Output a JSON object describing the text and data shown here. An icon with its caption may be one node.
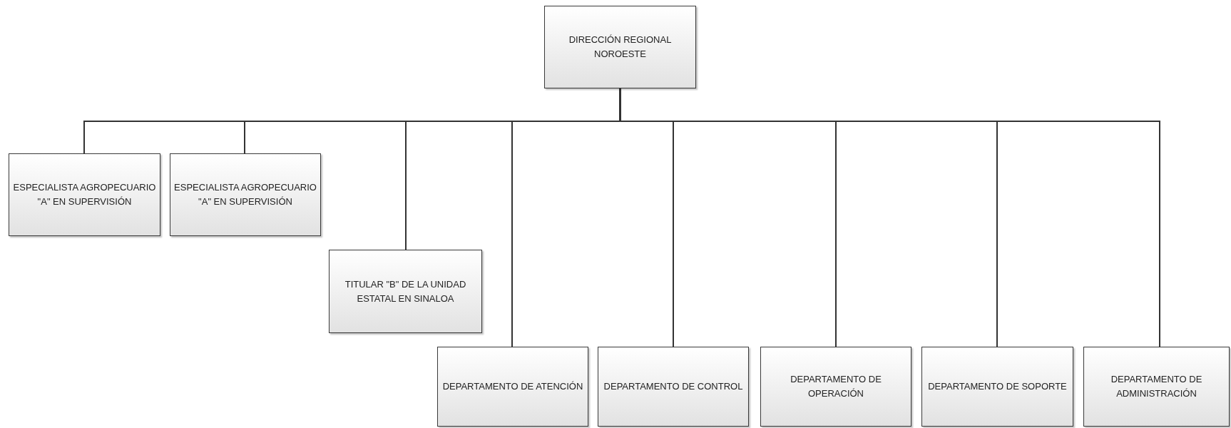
{
  "diagram": {
    "nodes": [
      {
        "text": [
          "DIRECCIÓN REGIONAL NOROESTE"
        ]
      },
      {
        "text": [
          "ESPECIALISTA AGROPECUARIO \"A\" EN SUPERVISIÓN"
        ]
      },
      {
        "text": [
          "ESPECIALISTA AGROPECUARIO \"A\" EN SUPERVISIÓN"
        ]
      },
      {
        "text": [
          "TITULAR \"B\" DE LA UNIDAD ESTATAL EN SINALOA"
        ]
      },
      {
        "text": [
          "DEPARTAMENTO DE ATENCIÓN"
        ]
      },
      {
        "text": [
          "DEPARTAMENTO DE CONTROL"
        ]
      },
      {
        "text": [
          "DEPARTAMENTO DE OPERACIÓN"
        ]
      },
      {
        "text": [
          "DEPARTAMENTO DE SOPORTE"
        ]
      },
      {
        "text": [
          "DEPARTAMENTO DE ADMINISTRACIÓN"
        ]
      }
    ],
    "edges": [
      {
        "from": 0,
        "to": 1,
        "arrow": "none"
      },
      {
        "from": 0,
        "to": 2,
        "arrow": "none"
      },
      {
        "from": 0,
        "to": 3,
        "arrow": "none"
      },
      {
        "from": 0,
        "to": 4,
        "arrow": "none"
      },
      {
        "from": 0,
        "to": 5,
        "arrow": "none"
      },
      {
        "from": 0,
        "to": 6,
        "arrow": "none"
      },
      {
        "from": 0,
        "to": 7,
        "arrow": "none"
      },
      {
        "from": 0,
        "to": 8,
        "arrow": "none"
      }
    ]
  }
}
